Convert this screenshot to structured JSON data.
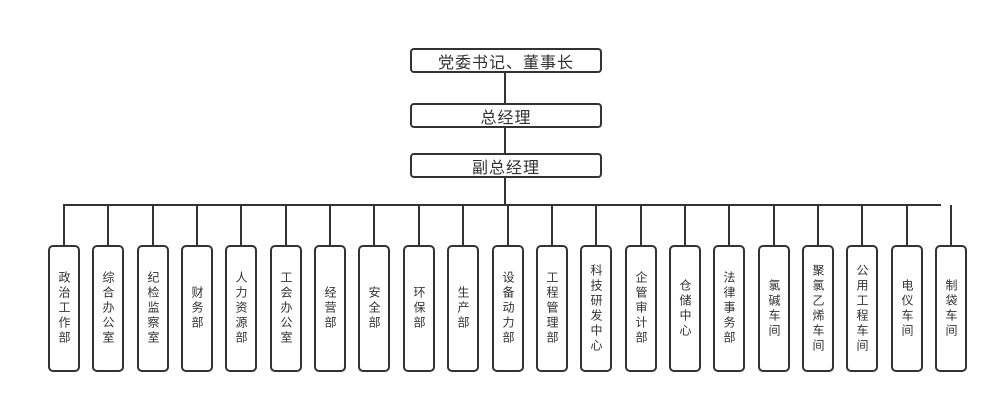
{
  "diagram": {
    "type": "org-chart",
    "leadership": [
      {
        "id": "party-secretary-chairman",
        "label": "党委书记、董事长"
      },
      {
        "id": "general-manager",
        "label": "总经理"
      },
      {
        "id": "deputy-general-manager",
        "label": "副总经理"
      }
    ],
    "departments": [
      {
        "label": "政治工作部"
      },
      {
        "label": "综合办公室"
      },
      {
        "label": "纪检监察室"
      },
      {
        "label": "财务部"
      },
      {
        "label": "人力资源部"
      },
      {
        "label": "工会办公室"
      },
      {
        "label": "经营部"
      },
      {
        "label": "安全部"
      },
      {
        "label": "环保部"
      },
      {
        "label": "生产部"
      },
      {
        "label": "设备动力部"
      },
      {
        "label": "工程管理部"
      },
      {
        "label": "科技研发中心"
      },
      {
        "label": "企管审计部"
      },
      {
        "label": "仓储中心"
      },
      {
        "label": "法律事务部"
      },
      {
        "label": "氯碱车间"
      },
      {
        "label": "聚氯乙烯车间"
      },
      {
        "label": "公用工程车间"
      },
      {
        "label": "电仪车间"
      },
      {
        "label": "制袋车间"
      }
    ],
    "edges": [
      {
        "from": "党委书记、董事长",
        "to": "总经理"
      },
      {
        "from": "总经理",
        "to": "副总经理"
      },
      {
        "from": "副总经理",
        "to": "all-departments"
      }
    ],
    "colors": {
      "stroke": "#333333",
      "fill": "#ffffff",
      "text": "#333333"
    }
  }
}
